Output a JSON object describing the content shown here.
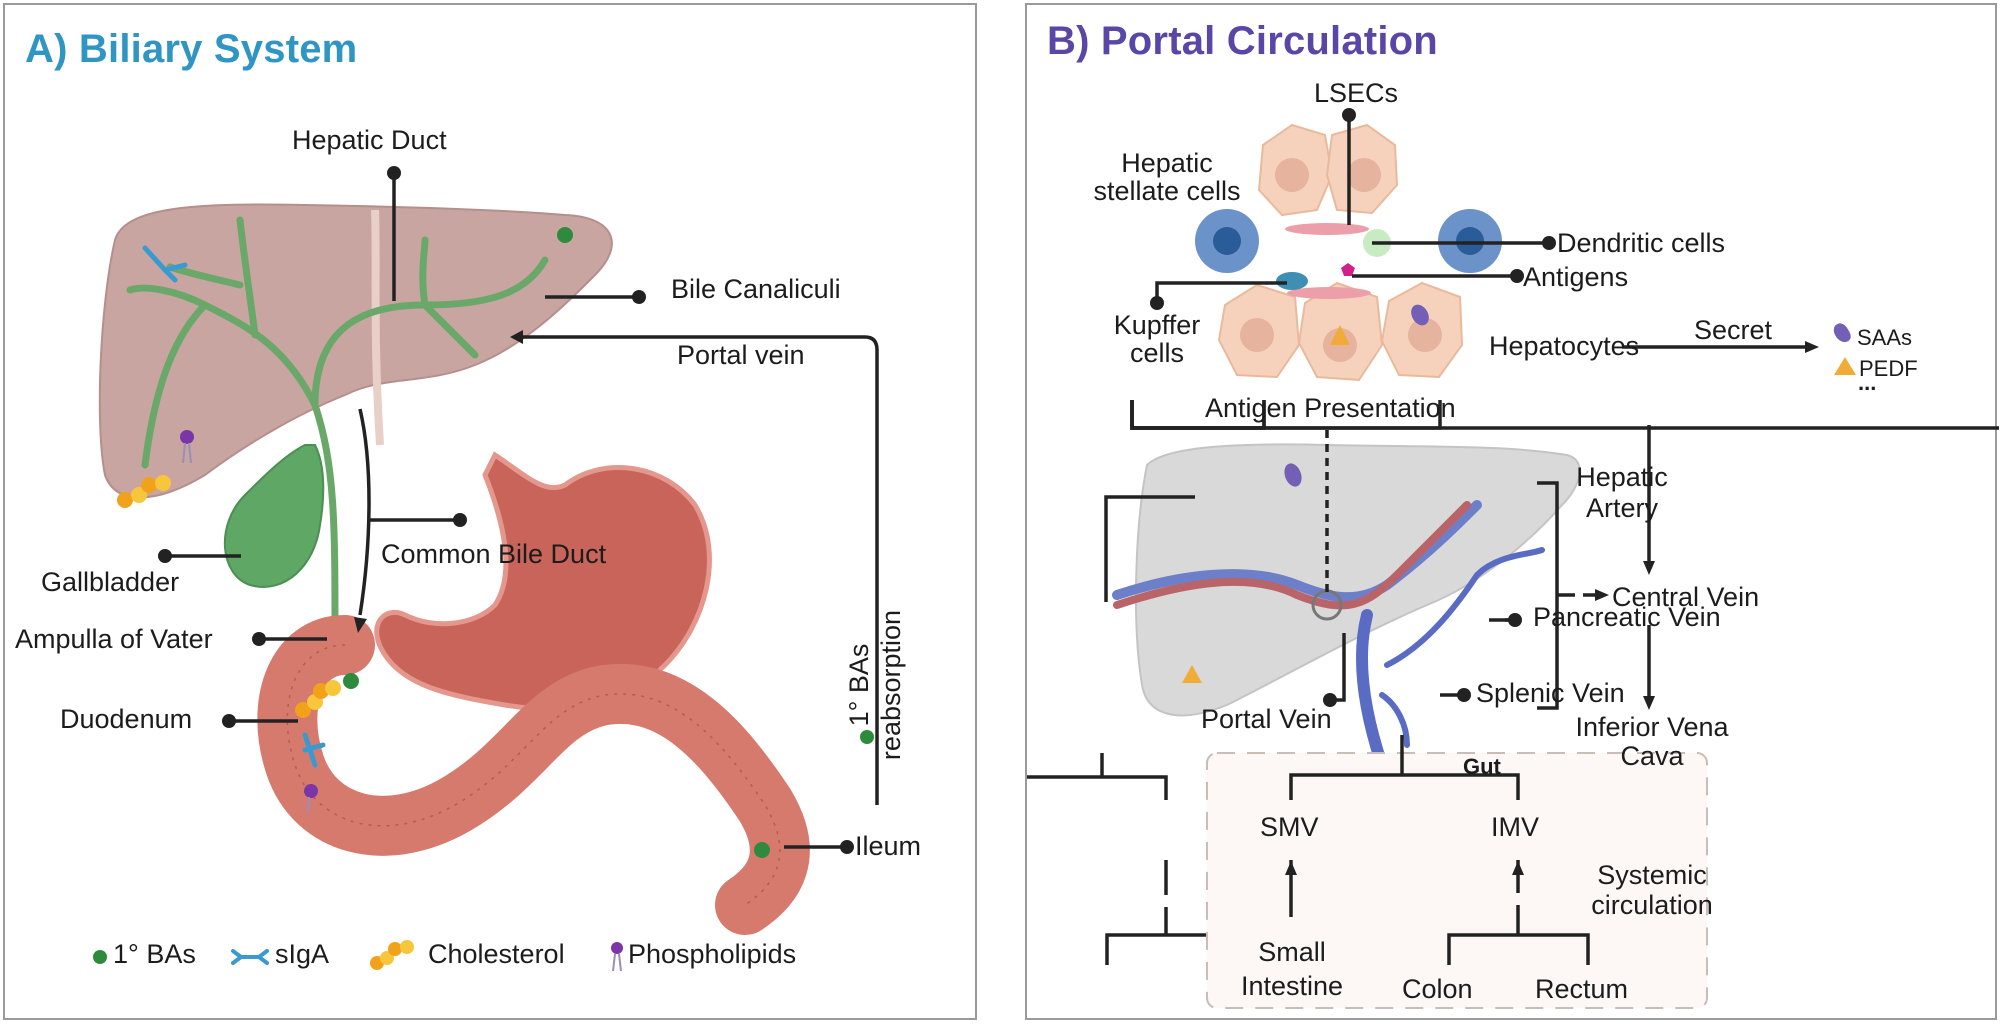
{
  "panel_a": {
    "title": "A) Biliary System",
    "title_color": "#2f95c2",
    "labels": {
      "hepatic_duct": "Hepatic Duct",
      "bile_canaliculi": "Bile Canaliculi",
      "portal_vein": "Portal vein",
      "gallbladder": "Gallbladder",
      "common_bile_duct": "Common Bile Duct",
      "ampulla_of_vater": "Ampulla of Vater",
      "duodenum": "Duodenum",
      "ileum": "Ileum",
      "reabsorption_top": "1° BAs",
      "reabsorption_bottom": "reabsorption"
    },
    "legend": [
      {
        "icon": "green-dot-icon",
        "label": "1° BAs",
        "color": "#2e8b3e"
      },
      {
        "icon": "antibody-icon",
        "label": "sIgA",
        "color": "#3a9ad0"
      },
      {
        "icon": "hexagon-cluster-icon",
        "label": "Cholesterol",
        "color": "#f1a21a"
      },
      {
        "icon": "lollipop-icon",
        "label": "Phospholipids",
        "color": "#7a35a8"
      }
    ]
  },
  "panel_b": {
    "title": "B) Portal Circulation",
    "title_color": "#5a46a6",
    "labels": {
      "lsecs": "LSECs",
      "hepatic_stellate_line1": "Hepatic",
      "hepatic_stellate_line2": "stellate cells",
      "dendritic_cells": "Dendritic cells",
      "antigens": "Antigens",
      "kupffer_line1": "Kupffer",
      "kupffer_line2": "cells",
      "hepatocytes": "Hepatocytes",
      "secret": "Secret",
      "saas": "SAAs",
      "pedf": "PEDF",
      "ellipsis": "...",
      "antigen_presentation": "Antigen Presentation",
      "hepatic_artery_line1": "Hepatic",
      "hepatic_artery_line2": "Artery",
      "pancreatic_vein": "Pancreatic Vein",
      "splenic_vein": "Splenic Vein",
      "portal_vein": "Portal Vein",
      "central_vein": "Central Vein",
      "ivc_line1": "Inferior Vena",
      "ivc_line2": "Cava",
      "systemic_line1": "Systemic",
      "systemic_line2": "circulation",
      "gut": "Gut",
      "smv": "SMV",
      "imv": "IMV",
      "small_intestine_line1": "Small",
      "small_intestine_line2": "Intestine",
      "colon": "Colon",
      "rectum": "Rectum"
    }
  }
}
